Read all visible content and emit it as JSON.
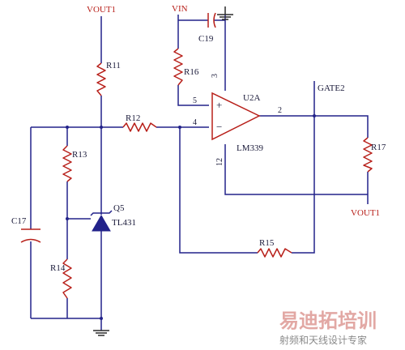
{
  "nets": {
    "vout1_top": "VOUT1",
    "vin": "VIN",
    "gate2": "GATE2",
    "vout1_right": "VOUT1"
  },
  "components": {
    "r11": "R11",
    "r12": "R12",
    "r13": "R13",
    "r14": "R14",
    "r15": "R15",
    "r16": "R16",
    "r17": "R17",
    "c17": "C17",
    "c19": "C19",
    "q5": "Q5",
    "q5_part": "TL431",
    "u2a": "U2A",
    "u2a_part": "LM339"
  },
  "pins": {
    "p2": "2",
    "p3": "3",
    "p4": "4",
    "p5": "5",
    "p12": "12"
  },
  "opamp": {
    "plus": "+",
    "minus": "−"
  },
  "watermark": {
    "brand": "易迪拓培训",
    "tagline": "射频和天线设计专家"
  },
  "colors": {
    "wire": "#22228a",
    "component": "#b8201a",
    "net_label": "#b8201a",
    "watermark": "#e2a8a4"
  }
}
